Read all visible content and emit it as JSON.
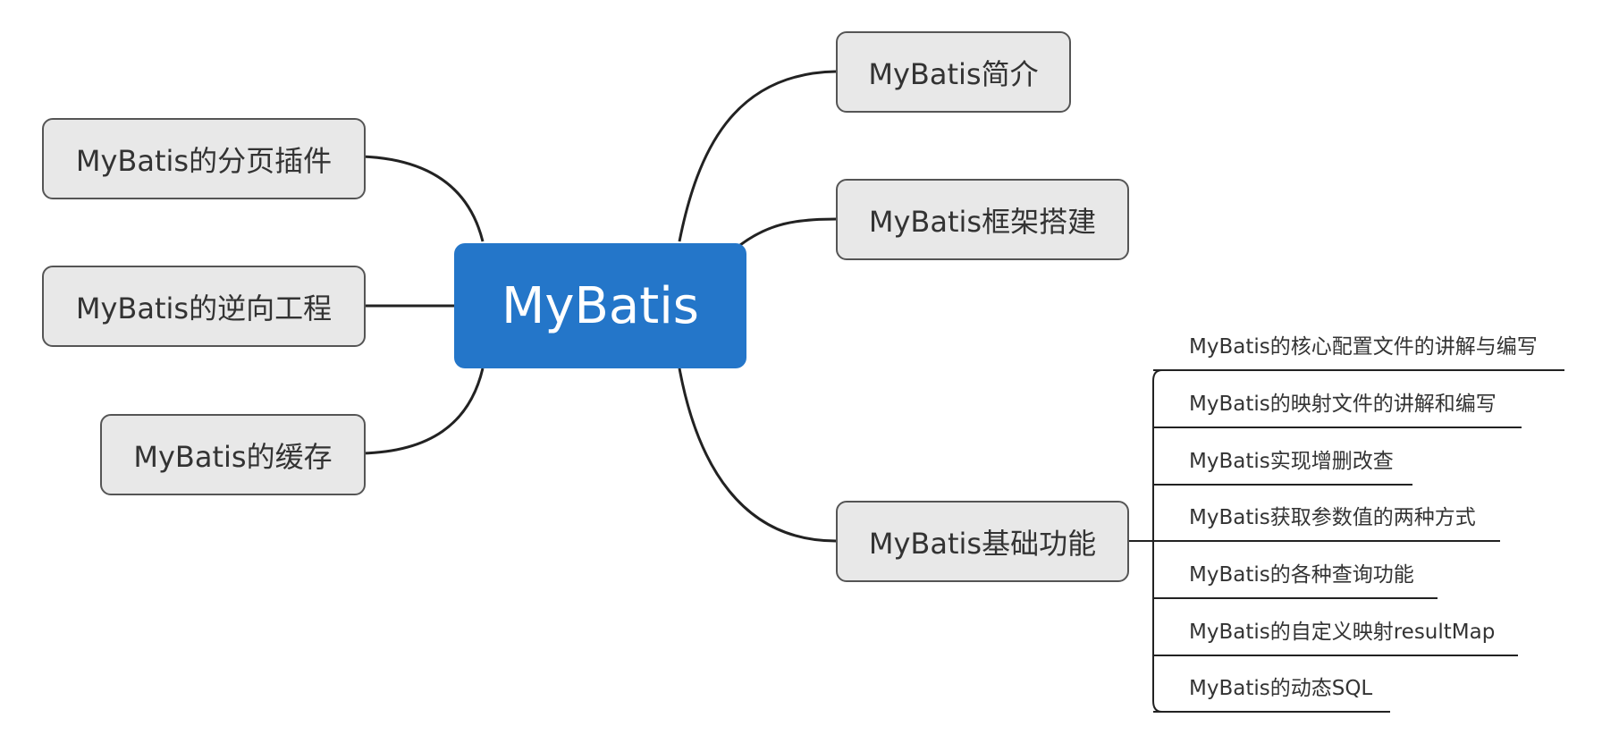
{
  "central": {
    "label": "MyBatis"
  },
  "left_topics": [
    {
      "label": "MyBatis的分页插件"
    },
    {
      "label": "MyBatis的逆向工程"
    },
    {
      "label": "MyBatis的缓存"
    }
  ],
  "right_topics": [
    {
      "label": "MyBatis简介"
    },
    {
      "label": "MyBatis框架搭建"
    },
    {
      "label": "MyBatis基础功能"
    }
  ],
  "subtopics": [
    {
      "label": "MyBatis的核心配置文件的讲解与编写"
    },
    {
      "label": "MyBatis的映射文件的讲解和编写"
    },
    {
      "label": "MyBatis实现增删改查"
    },
    {
      "label": "MyBatis获取参数值的两种方式"
    },
    {
      "label": "MyBatis的各种查询功能"
    },
    {
      "label": "MyBatis的自定义映射resultMap"
    },
    {
      "label": "MyBatis的动态SQL"
    }
  ],
  "colors": {
    "central_fill": "#2476c9",
    "topic_fill": "#e8e8e8",
    "topic_border": "#555555",
    "line": "#222222",
    "text": "#333333"
  }
}
